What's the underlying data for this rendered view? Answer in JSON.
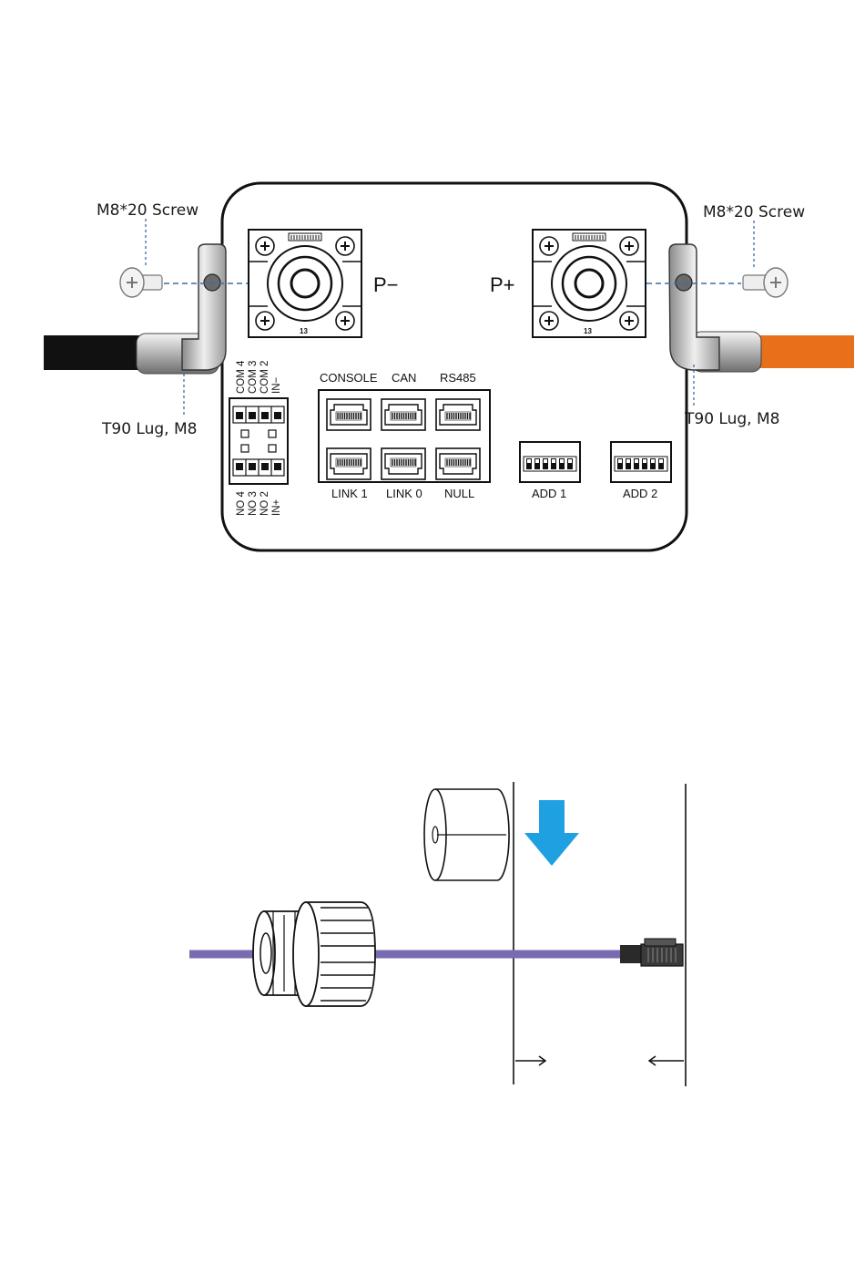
{
  "callouts": {
    "screw_left": "M8*20 Screw",
    "screw_right": "M8*20 Screw",
    "lug_left": "T90 Lug, M8",
    "lug_right": "T90 Lug, M8"
  },
  "terminals": {
    "negative": "P−",
    "positive": "P+",
    "stamp": "13"
  },
  "dry_contact": {
    "top": [
      "COM 4",
      "COM 3",
      "COM 2",
      "IN−"
    ],
    "bottom": [
      "NO 4",
      "NO 3",
      "NO 2",
      "IN+"
    ]
  },
  "ports": {
    "top": [
      "CONSOLE",
      "CAN",
      "RS485"
    ],
    "bottom": [
      "LINK 1",
      "LINK 0",
      "NULL"
    ]
  },
  "dip": [
    "ADD 1",
    "ADD 2"
  ],
  "colors": {
    "black_cable": "#111111",
    "orange_cable": "#e8701a",
    "network_cable": "#7a6bb0",
    "arrow_blue": "#1fa0e0",
    "dash_blue": "#3a6ea5"
  }
}
